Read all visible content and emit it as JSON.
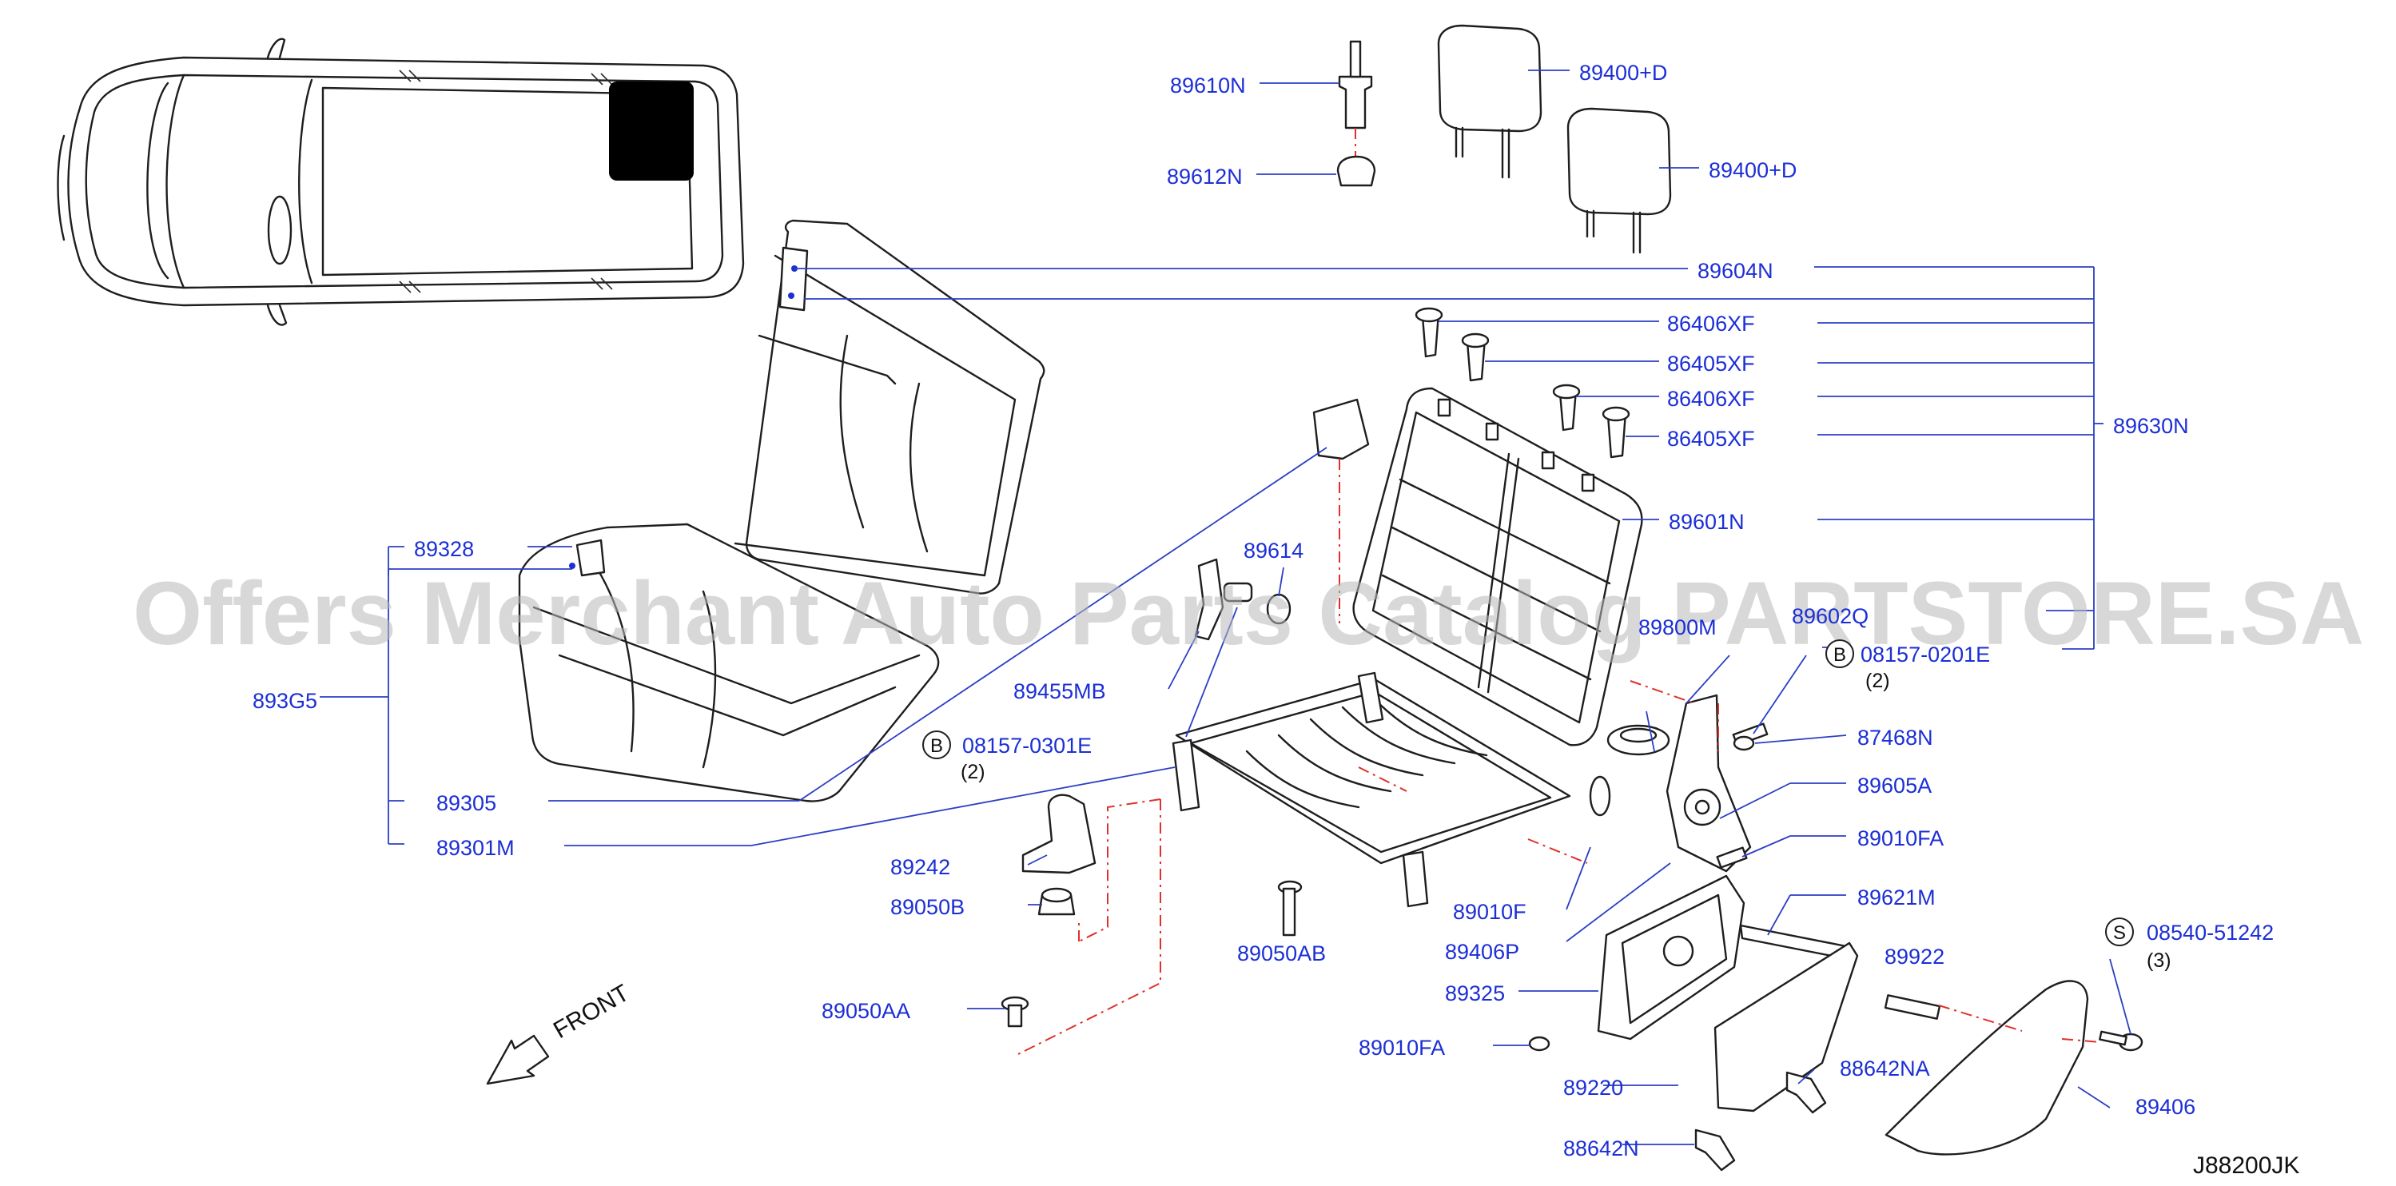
{
  "diagram": {
    "code": "J88200JK",
    "watermark": "Offers Merchant Auto Parts Catalog PARTSTORE.SA",
    "front_label": "FRONT",
    "colors": {
      "label": "#1c2fd6",
      "leader": "#2b3fc4",
      "centerline": "#e0302a",
      "ink": "#1e1e1e",
      "watermark": "#b8b8b8"
    },
    "parts": [
      {
        "id": "89610N",
        "label": "89610N"
      },
      {
        "id": "89612N",
        "label": "89612N"
      },
      {
        "id": "89400D_a",
        "label": "89400+D"
      },
      {
        "id": "89400D_b",
        "label": "89400+D"
      },
      {
        "id": "89604N",
        "label": "89604N"
      },
      {
        "id": "86406XF_a",
        "label": "86406XF"
      },
      {
        "id": "86405XF_a",
        "label": "86405XF"
      },
      {
        "id": "86406XF_b",
        "label": "86406XF"
      },
      {
        "id": "86405XF_b",
        "label": "86405XF"
      },
      {
        "id": "89630N",
        "label": "89630N"
      },
      {
        "id": "89601N",
        "label": "89601N"
      },
      {
        "id": "89328",
        "label": "89328"
      },
      {
        "id": "89614",
        "label": "89614"
      },
      {
        "id": "89800",
        "label": "89800M"
      },
      {
        "id": "89602Q",
        "label": "89602Q"
      },
      {
        "id": "08157-0201E",
        "label": "08157-0201E",
        "symbol": "B",
        "qty": "(2)"
      },
      {
        "id": "89455MB",
        "label": "89455MB"
      },
      {
        "id": "893G5",
        "label": "893G5"
      },
      {
        "id": "08157-0301E",
        "label": "08157-0301E",
        "symbol": "B",
        "qty": "(2)"
      },
      {
        "id": "87468N",
        "label": "87468N"
      },
      {
        "id": "89605A",
        "label": "89605A"
      },
      {
        "id": "89305",
        "label": "89305"
      },
      {
        "id": "89301M",
        "label": "89301M"
      },
      {
        "id": "89010FA_a",
        "label": "89010FA"
      },
      {
        "id": "89242",
        "label": "89242"
      },
      {
        "id": "89621M",
        "label": "89621M"
      },
      {
        "id": "89050B",
        "label": "89050B"
      },
      {
        "id": "89010F",
        "label": "89010F"
      },
      {
        "id": "08540-51242",
        "label": "08540-51242",
        "symbol": "S",
        "qty": "(3)"
      },
      {
        "id": "89050AB",
        "label": "89050AB"
      },
      {
        "id": "89406P",
        "label": "89406P"
      },
      {
        "id": "89922",
        "label": "89922"
      },
      {
        "id": "89325",
        "label": "89325"
      },
      {
        "id": "89050AA",
        "label": "89050AA"
      },
      {
        "id": "89010FA_b",
        "label": "89010FA"
      },
      {
        "id": "88642NA",
        "label": "88642NA"
      },
      {
        "id": "89220",
        "label": "89220"
      },
      {
        "id": "89406",
        "label": "89406"
      },
      {
        "id": "88642N",
        "label": "88642N"
      }
    ]
  }
}
